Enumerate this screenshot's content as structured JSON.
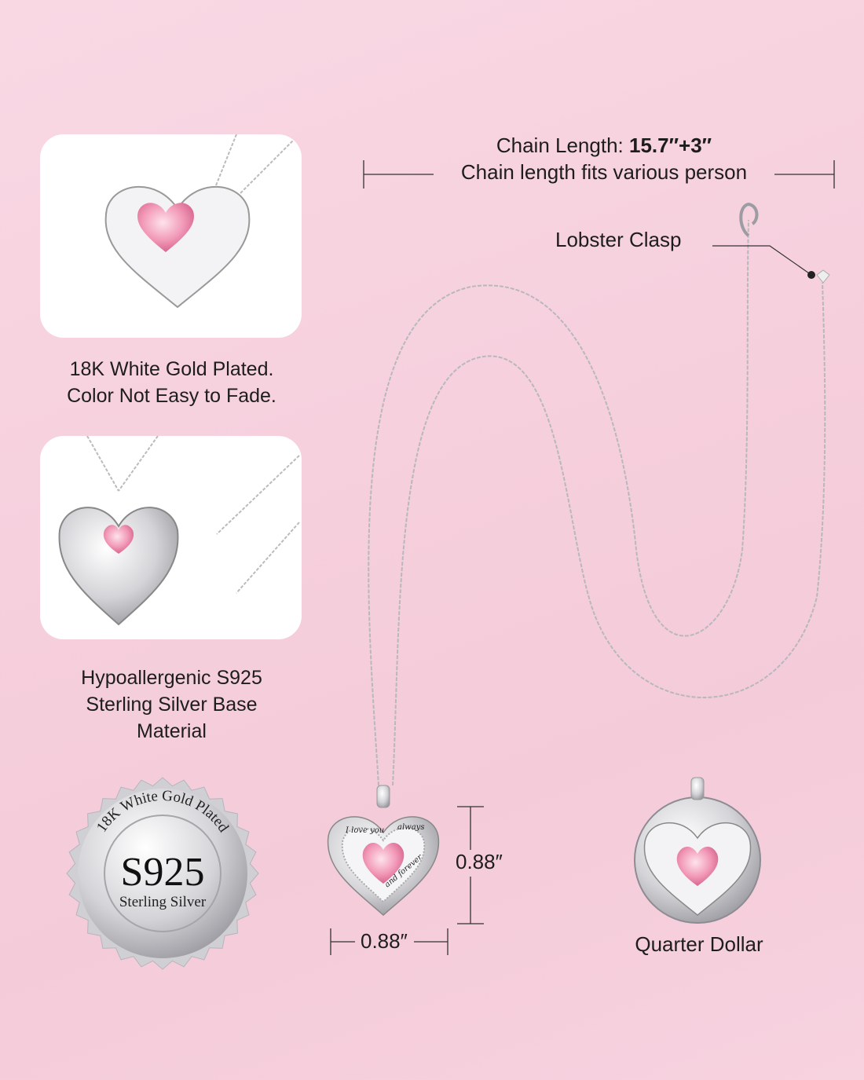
{
  "chain": {
    "length_label": "Chain Length:",
    "length_value": "15.7″+3″",
    "fit_text": "Chain length fits various person",
    "clasp_label": "Lobster Clasp"
  },
  "features": [
    {
      "lines": [
        "18K White Gold Plated.",
        "Color Not Easy to Fade."
      ]
    },
    {
      "lines": [
        "Hypoallergenic S925",
        "Sterling Silver Base",
        "Material"
      ]
    }
  ],
  "seal": {
    "arc_text": "18K White Gold Plated",
    "main": "S925",
    "sub": "Sterling Silver"
  },
  "pendant": {
    "engraving": [
      "I love you",
      "always",
      "and forever"
    ],
    "height": "0.88″",
    "width": "0.88″"
  },
  "comparison": {
    "label": "Quarter Dollar"
  },
  "colors": {
    "background": "#f7d2df",
    "gem": "#f29ab8",
    "silver": "#c9c9cc"
  }
}
